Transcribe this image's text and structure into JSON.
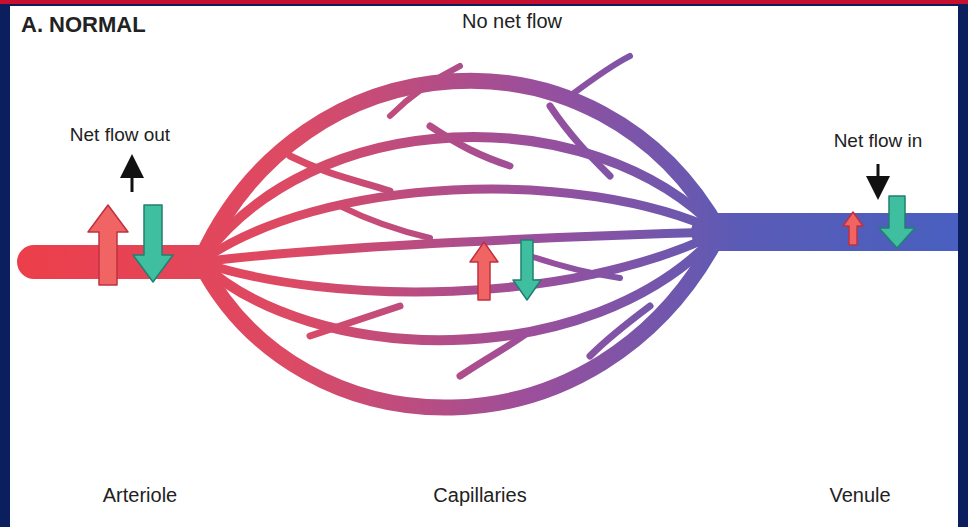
{
  "diagram": {
    "title": "A. NORMAL",
    "labels": [
      "No net flow",
      "Net flow out",
      "Net flow in",
      "Arteriole",
      "Capillaries",
      "Venule"
    ]
  }
}
